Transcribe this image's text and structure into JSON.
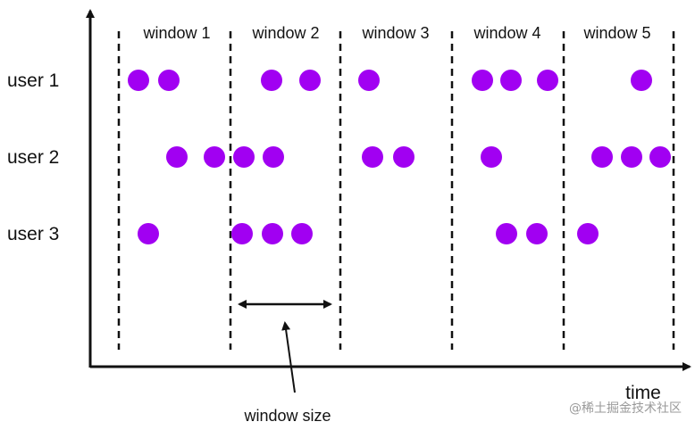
{
  "windows": [
    {
      "label": "window 1"
    },
    {
      "label": "window 2"
    },
    {
      "label": "window 3"
    },
    {
      "label": "window 4"
    },
    {
      "label": "window 5"
    }
  ],
  "users": [
    {
      "label": "user 1"
    },
    {
      "label": "user 2"
    },
    {
      "label": "user 3"
    }
  ],
  "axis": {
    "x_label": "time"
  },
  "annotation": {
    "label": "window size"
  },
  "watermark": {
    "text": "@稀土掘金技术社区"
  },
  "colors": {
    "dot": "#a100f2",
    "line": "#111111",
    "watermark": "#9a9a9a"
  }
}
